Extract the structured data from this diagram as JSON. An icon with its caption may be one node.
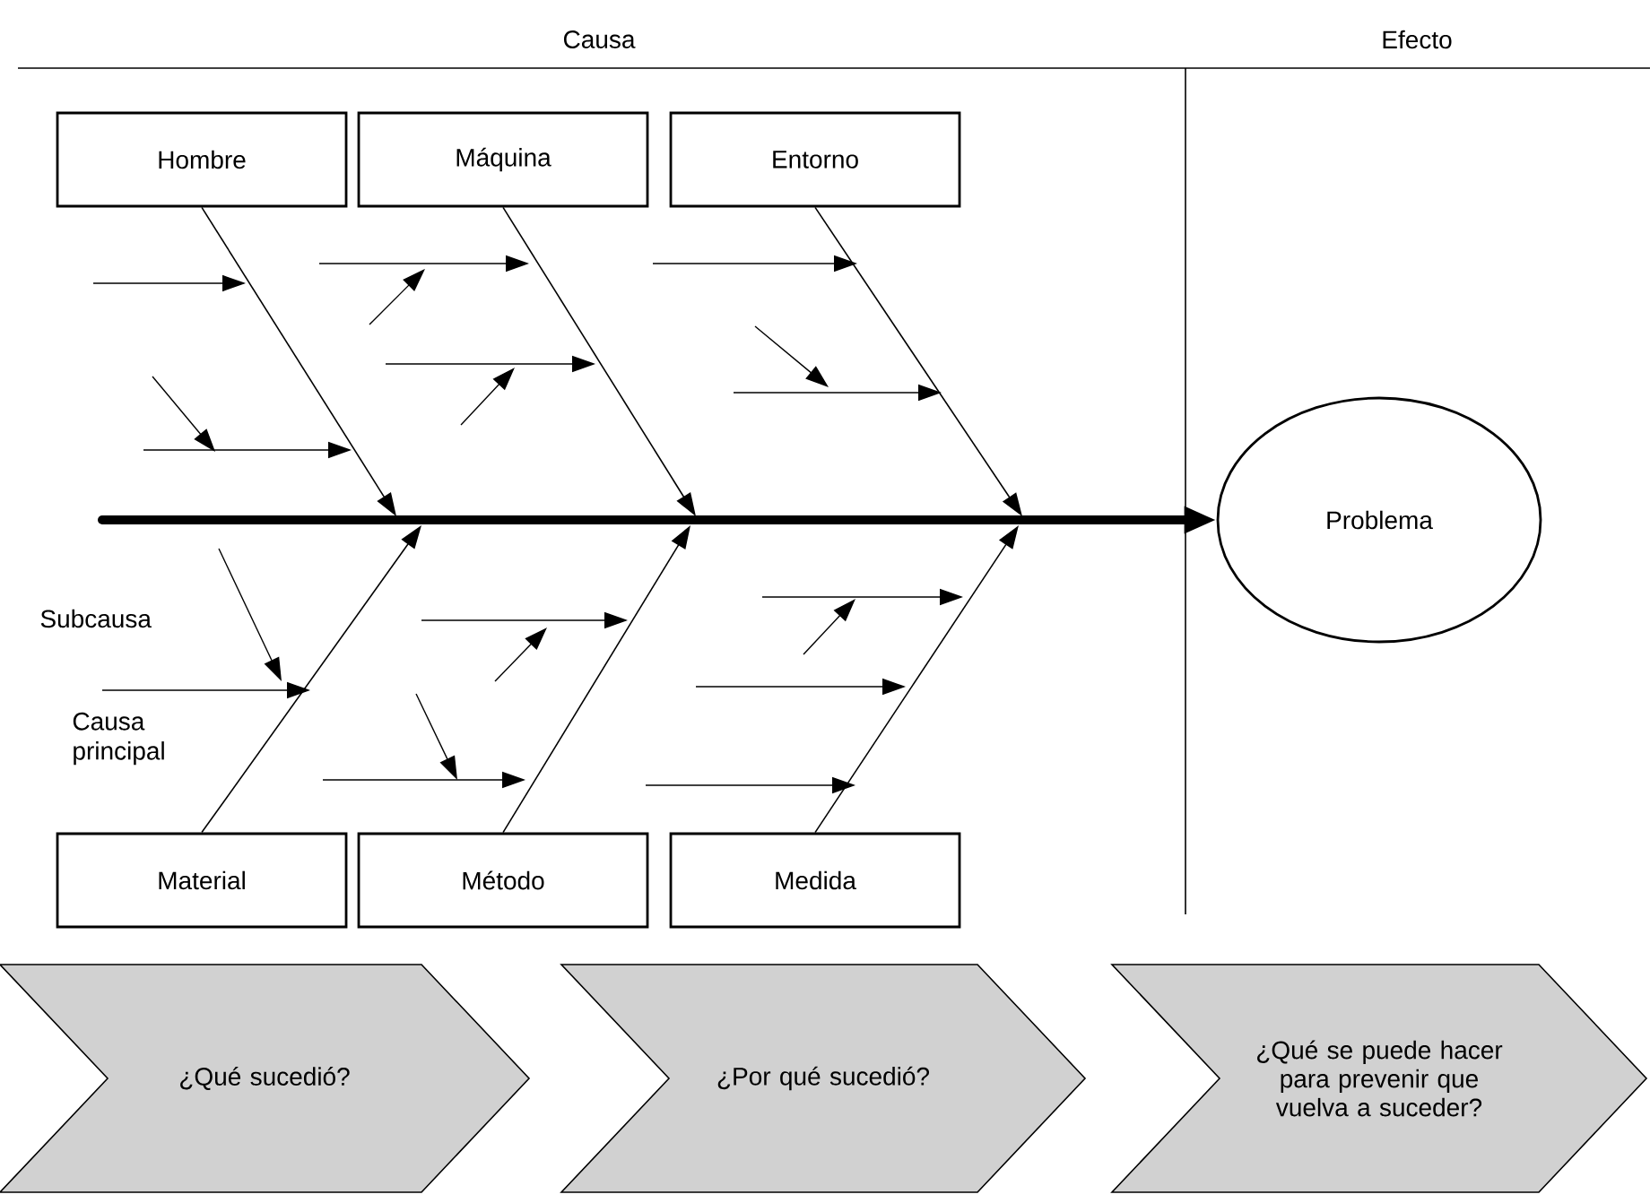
{
  "diagram": {
    "nodes": [
      {
        "text": [
          "Hombre"
        ]
      },
      {
        "text": [
          "Máquina"
        ]
      },
      {
        "text": [
          "Entorno"
        ]
      },
      {
        "text": [
          "Problema"
        ]
      },
      {
        "text": [
          "Material"
        ]
      },
      {
        "text": [
          "Método"
        ]
      },
      {
        "text": [
          "Medida"
        ]
      },
      {
        "text": [
          "¿Qué sucedió?"
        ]
      },
      {
        "text": [
          "¿Por qué sucedió?"
        ]
      },
      {
        "text": [
          "¿Qué se puede hacer para prevenir que vuelva a suceder?"
        ]
      }
    ],
    "edges": [
      {
        "from": 0,
        "to": null,
        "arrow": "to"
      },
      {
        "from": 1,
        "to": null,
        "arrow": "to"
      },
      {
        "from": 2,
        "to": null,
        "arrow": "to"
      },
      {
        "from": 4,
        "to": null,
        "arrow": "to"
      },
      {
        "from": 5,
        "to": null,
        "arrow": "to"
      },
      {
        "from": 6,
        "to": null,
        "arrow": "to"
      },
      {
        "from": null,
        "to": 3,
        "arrow": "to",
        "style": "thick"
      }
    ],
    "labels": [
      "Causa",
      "Efecto",
      "Subcausa",
      "Causa principal"
    ]
  }
}
